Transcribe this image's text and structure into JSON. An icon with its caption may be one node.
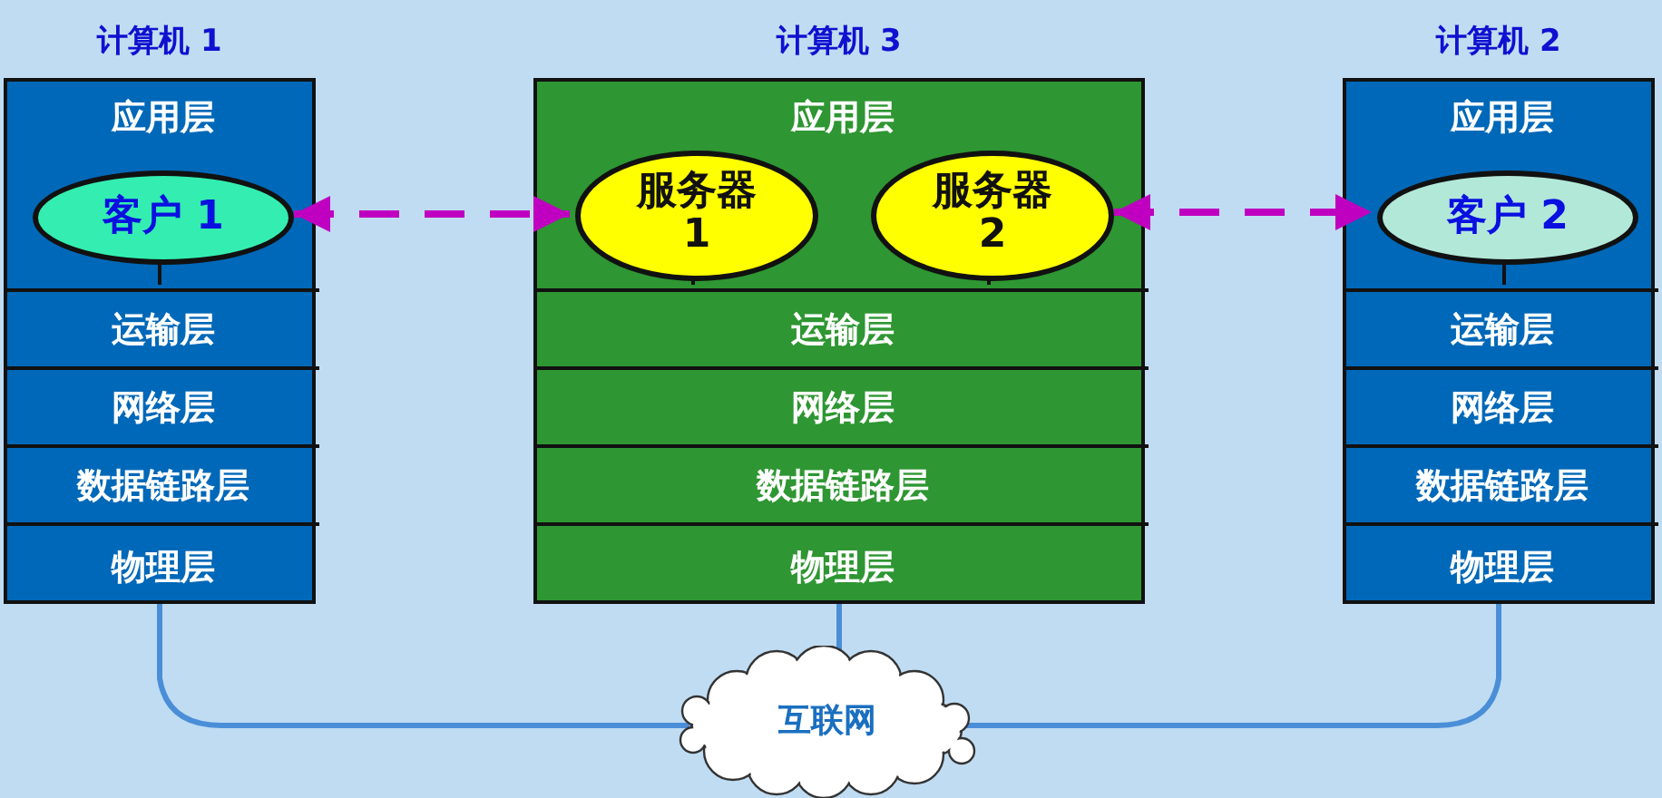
{
  "diagram": {
    "nodes": [
      {
        "text": [
          "计算机 1"
        ]
      },
      {
        "text": [
          "应用层"
        ],
        "in": 0
      },
      {
        "text": [
          "客户 1"
        ],
        "in": 1
      },
      {
        "text": [
          "运输层"
        ],
        "in": 0
      },
      {
        "text": [
          "网络层"
        ],
        "in": 0
      },
      {
        "text": [
          "数据链路层"
        ],
        "in": 0
      },
      {
        "text": [
          "物理层"
        ],
        "in": 0
      },
      {
        "text": [
          "计算机 3"
        ]
      },
      {
        "text": [
          "应用层"
        ],
        "in": 7
      },
      {
        "text": [
          "服务器 1"
        ],
        "in": 8
      },
      {
        "text": [
          "服务器 2"
        ],
        "in": 8
      },
      {
        "text": [
          "运输层"
        ],
        "in": 7
      },
      {
        "text": [
          "网络层"
        ],
        "in": 7
      },
      {
        "text": [
          "数据链路层"
        ],
        "in": 7
      },
      {
        "text": [
          "物理层"
        ],
        "in": 7
      },
      {
        "text": [
          "计算机 2"
        ]
      },
      {
        "text": [
          "应用层"
        ],
        "in": 15
      },
      {
        "text": [
          "客户 2"
        ],
        "in": 16
      },
      {
        "text": [
          "运输层"
        ],
        "in": 15
      },
      {
        "text": [
          "网络层"
        ],
        "in": 15
      },
      {
        "text": [
          "数据链路层"
        ],
        "in": 15
      },
      {
        "text": [
          "物理层"
        ],
        "in": 15
      },
      {
        "text": [
          "互联网"
        ]
      }
    ],
    "edges": [
      {
        "from": 2,
        "to": 9,
        "arrow": "both",
        "style": "dashed",
        "color": "#c000c0"
      },
      {
        "from": 10,
        "to": 17,
        "arrow": "both",
        "style": "dashed",
        "color": "#c000c0"
      },
      {
        "from": 2,
        "to": 3,
        "arrow": "none"
      },
      {
        "from": 9,
        "to": 11,
        "arrow": "none"
      },
      {
        "from": 10,
        "to": 11,
        "arrow": "none"
      },
      {
        "from": 17,
        "to": 18,
        "arrow": "none"
      },
      {
        "from": 6,
        "to": 22,
        "arrow": "none",
        "color": "#4a8ed8"
      },
      {
        "from": 14,
        "to": 22,
        "arrow": "none",
        "color": "#4a8ed8"
      },
      {
        "from": 21,
        "to": 22,
        "arrow": "none",
        "color": "#4a8ed8"
      }
    ]
  }
}
